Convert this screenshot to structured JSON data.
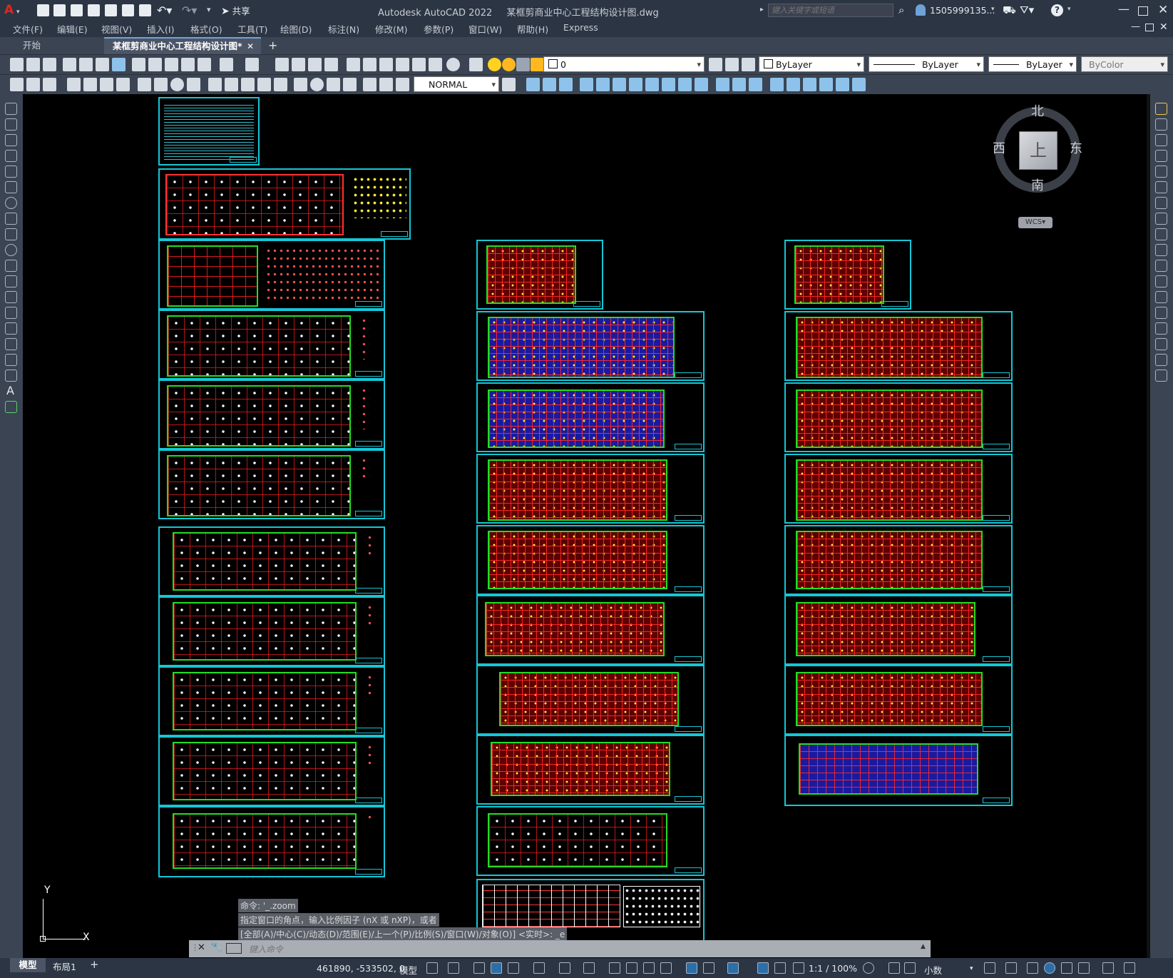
{
  "titlebar": {
    "app_title": "Autodesk AutoCAD 2022",
    "file_name": "某框剪商业中心工程结构设计图.dwg",
    "share_label": "共享",
    "search_placeholder": "键入关键字或短语",
    "user_name": "1505999135...",
    "app_menu_letter": "A"
  },
  "menu": {
    "items": [
      "文件(F)",
      "编辑(E)",
      "视图(V)",
      "插入(I)",
      "格式(O)",
      "工具(T)",
      "绘图(D)",
      "标注(N)",
      "修改(M)",
      "参数(P)",
      "窗口(W)",
      "帮助(H)",
      "Express"
    ]
  },
  "tabs": {
    "start": "开始",
    "active": "某框剪商业中心工程结构设计图*",
    "close_glyph": "✕",
    "add_glyph": "+"
  },
  "properties": {
    "layer": "0",
    "color": "ByLayer",
    "linetype": "ByLayer",
    "lineweight": "ByLayer",
    "plotstyle": "ByColor",
    "dimstyle": "NORMAL"
  },
  "viewcube": {
    "north": "北",
    "south": "南",
    "west": "西",
    "east": "东",
    "top": "上",
    "wcs": "WCS"
  },
  "ucs": {
    "y": "Y",
    "x": "X"
  },
  "command": {
    "history": [
      "命令: '_.zoom",
      "指定窗口的角点，输入比例因子 (nX 或 nXP)，或者",
      "[全部(A)/中心(C)/动态(D)/范围(E)/上一个(P)/比例(S)/窗口(W)/对象(O)] <实时>: _e"
    ],
    "placeholder": "键入命令"
  },
  "status": {
    "model_tab": "模型",
    "layout_tab": "布局1",
    "add_tab": "+",
    "coords": "461890, -533502, 0",
    "space": "模型",
    "scale": "1:1 / 100%",
    "units": "小数"
  },
  "colors": {
    "frame": "#14c7d6",
    "plan_border": "#22dd22",
    "grid": "#ff2222",
    "fill_blue": "#1a1aa0"
  }
}
